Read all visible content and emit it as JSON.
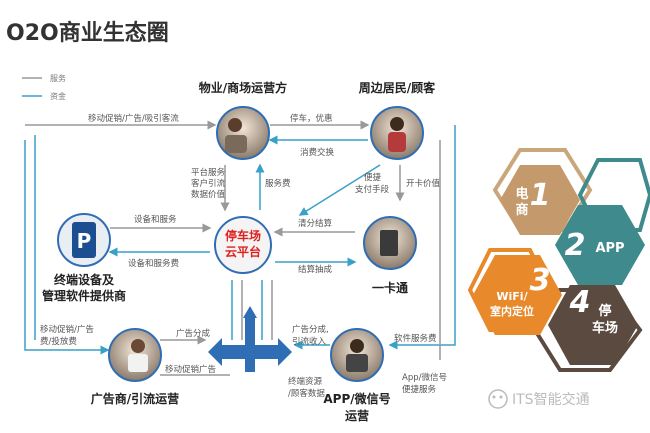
{
  "title": "O2O商业生态圈",
  "legend": [
    {
      "label": "服务",
      "color": "#999999"
    },
    {
      "label": "资金",
      "color": "#39a0c8"
    }
  ],
  "nodes": {
    "property": "物业/商场运营方",
    "residents": "周边居民/顾客",
    "platform_line1": "停车场",
    "platform_line2": "云平台",
    "terminal_line1": "终端设备及",
    "terminal_line2": "管理软件提供商",
    "card": "一卡通",
    "advertiser": "广告商/引流运营",
    "app_line1": "APP/微信号",
    "app_line2": "运营"
  },
  "edges": {
    "prop_left": "移动促销/广告/吸引客流",
    "prop_res": "停车，优惠",
    "res_prop": "消费交换",
    "prop_plat_1": "平台服务",
    "prop_plat_2": "客户引流",
    "prop_plat_3": "数据价值",
    "plat_prop": "服务费",
    "res_plat_1": "便捷",
    "res_plat_2": "支付手段",
    "res_card": "开卡价值",
    "term_plat_1": "设备和服务",
    "term_plat_2": "设备和服务费",
    "plat_card_1": "清分结算",
    "plat_card_2": "结算抽成",
    "adv_left_1": "移动促销/广告",
    "adv_left_2": "费/投放费",
    "adv_plat": "广告分成",
    "adv_bottom": "移动促销广告",
    "app_plat_1": "广告分成,",
    "app_plat_2": "引流收入",
    "app_bottom_1": "终端资源",
    "app_bottom_2": "/顾客数据",
    "app_right": "软件服务费",
    "app_res_1": "App/微信号",
    "app_res_2": "便捷服务"
  },
  "hexagons": [
    {
      "num": "1",
      "label_1": "电",
      "label_2": "商",
      "color": "#c49a6c"
    },
    {
      "num": "2",
      "label_1": "APP",
      "label_2": "",
      "color": "#3f8a8c"
    },
    {
      "num": "3",
      "label_1": "WiFi/",
      "label_2": "室内定位",
      "color": "#e8892b"
    },
    {
      "num": "4",
      "label_1": "停",
      "label_2": "车场",
      "color": "#5b4a3f"
    }
  ],
  "watermark": "ITS智能交通"
}
